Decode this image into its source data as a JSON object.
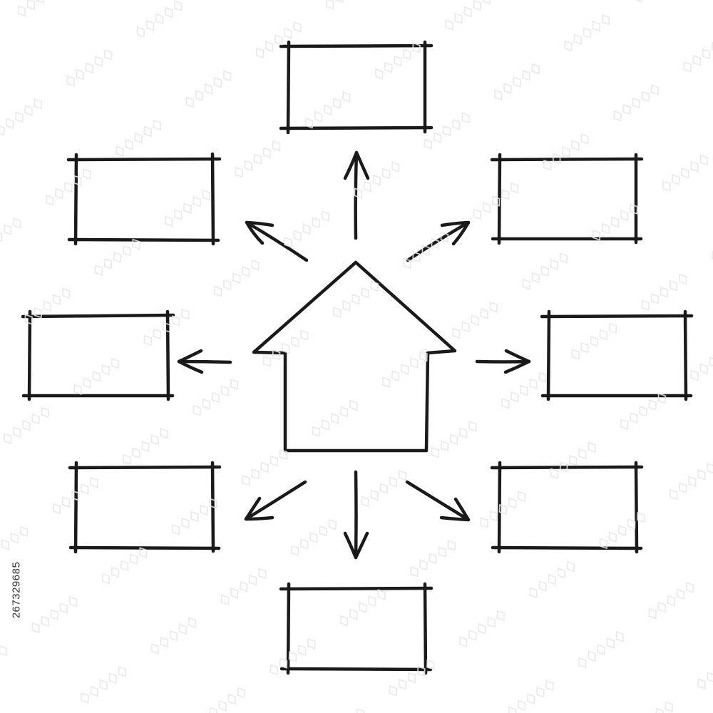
{
  "diagram": {
    "center": {
      "kind": "house-outline"
    },
    "boxes": [
      {
        "id": "top",
        "text": ""
      },
      {
        "id": "upper-left",
        "text": ""
      },
      {
        "id": "upper-right",
        "text": ""
      },
      {
        "id": "left",
        "text": ""
      },
      {
        "id": "right",
        "text": ""
      },
      {
        "id": "lower-left",
        "text": ""
      },
      {
        "id": "lower-right",
        "text": ""
      },
      {
        "id": "bottom",
        "text": ""
      }
    ],
    "arrow_direction": "outward-from-center",
    "ink_color": "#1a1a1a",
    "background": "#ffffff"
  },
  "watermark": {
    "image_id": "267329685",
    "mark": "adobe-stock-logo"
  }
}
